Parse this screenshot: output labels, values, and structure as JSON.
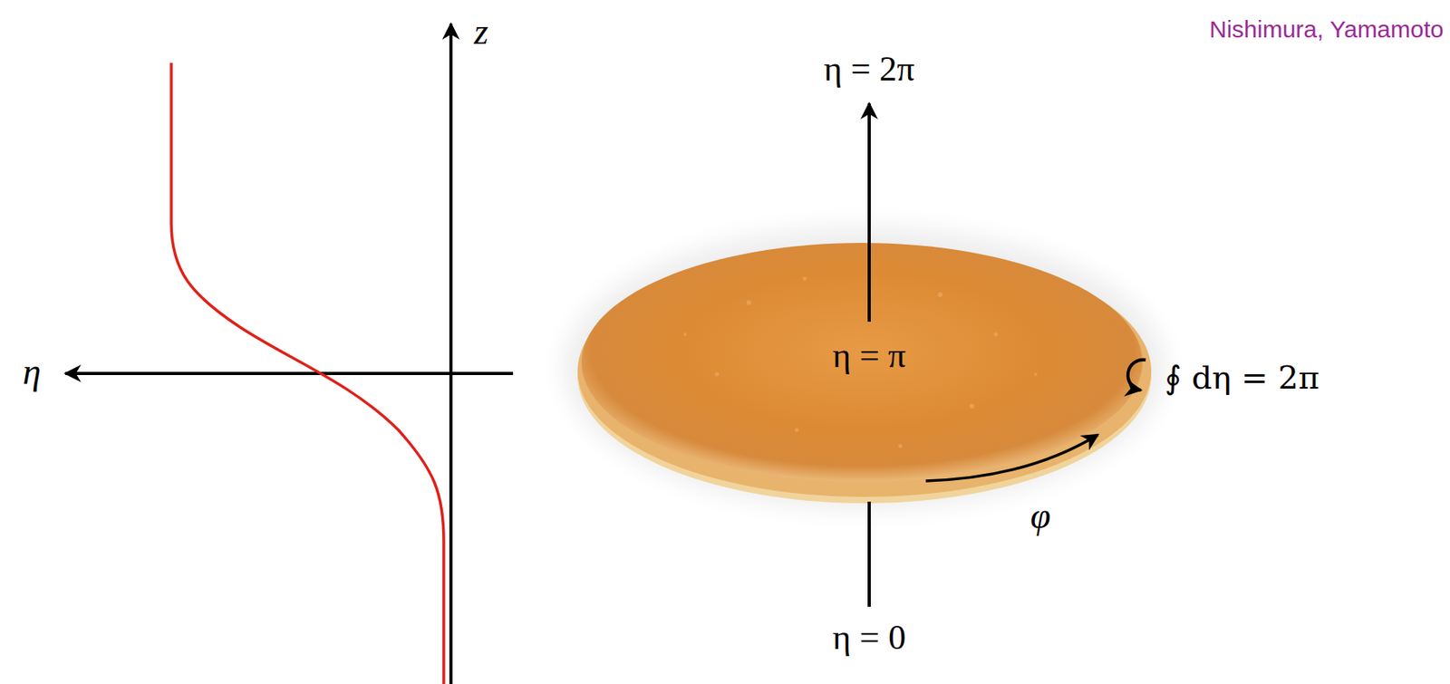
{
  "diagram": {
    "labels": [
      "Nishimura, Yamamoto",
      "z",
      "η",
      "η = 2π",
      "η = π",
      "η = 0",
      "φ",
      "∮ dη = 2π"
    ]
  }
}
